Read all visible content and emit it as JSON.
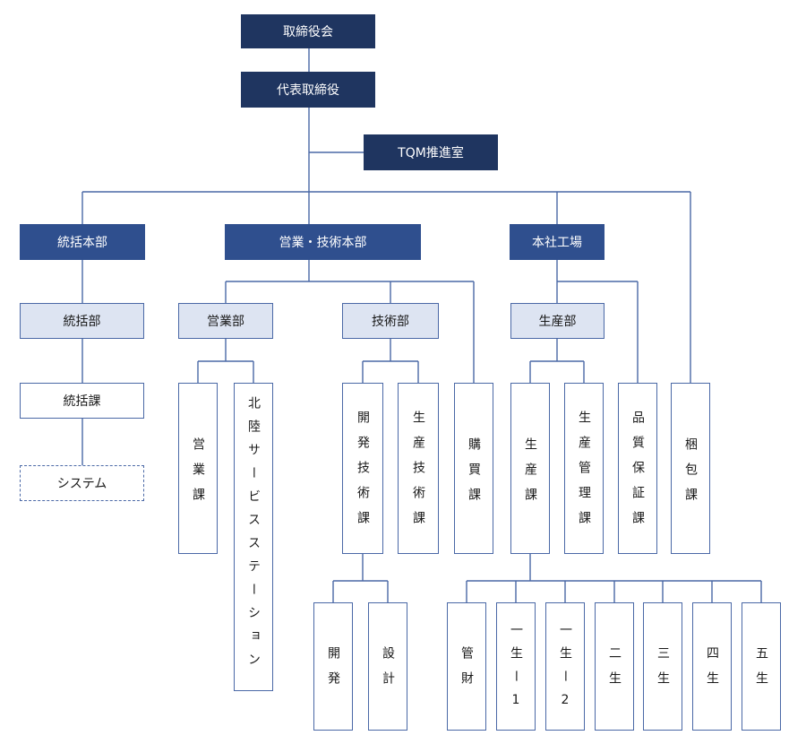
{
  "top": {
    "board": "取締役会",
    "ceo": "代表取締役",
    "tqm": "TQM推進室"
  },
  "divisions": {
    "general": "統括本部",
    "sales_tech": "営業・技術本部",
    "factory": "本社工場"
  },
  "departments": {
    "general_dept": "統括部",
    "sales_dept": "営業部",
    "tech_dept": "技術部",
    "production_dept": "生産部"
  },
  "sections": {
    "general_section": "統括課",
    "system": "システム",
    "sales_section": "営業課",
    "hokuriku": "北陸サービスステーション",
    "dev_tech": "開発技術課",
    "prod_tech": "生産技術課",
    "purchasing": "購買課",
    "production": "生産課",
    "prod_control": "生産管理課",
    "quality": "品質保証課",
    "packing": "梱包課"
  },
  "units": {
    "development": "開発",
    "design": "設計",
    "management": "管財",
    "prod_1_1": "一生ー1",
    "prod_1_2": "一生ー2",
    "prod_2": "二生",
    "prod_3": "三生",
    "prod_4": "四生",
    "prod_5": "五生"
  },
  "colors": {
    "top_fill": "#1f3560",
    "division_fill": "#2f4f8e",
    "department_fill": "#dde4f2",
    "connector": "#4a68a6"
  }
}
